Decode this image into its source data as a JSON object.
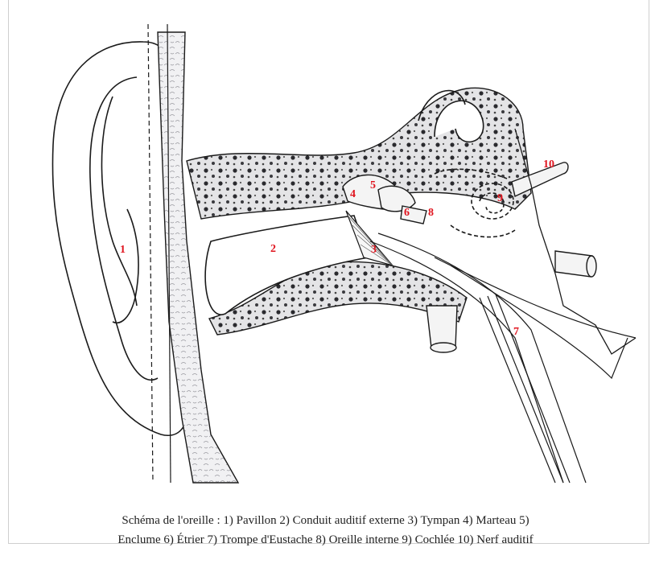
{
  "diagram": {
    "labels": [
      "1",
      "2",
      "3",
      "4",
      "5",
      "6",
      "7",
      "8",
      "9",
      "10"
    ],
    "label_color": "#e0141e",
    "line_color": "#1a1a1a",
    "bone_fill": "#e4e4e6",
    "parts": {
      "pinna": "1",
      "ear_canal": "2",
      "eardrum": "3",
      "malleus": "4",
      "incus": "5",
      "stapes": "6",
      "eustachian_tube": "7",
      "inner_ear": "8",
      "cochlea": "9",
      "auditory_nerve": "10"
    }
  },
  "caption": {
    "line1": "Schéma de l'oreille : 1) Pavillon 2) Conduit auditif externe 3) Tympan 4) Marteau 5)",
    "line2": "Enclume 6) Étrier 7) Trompe d'Eustache 8) Oreille interne 9) Cochlée 10) Nerf auditif"
  }
}
